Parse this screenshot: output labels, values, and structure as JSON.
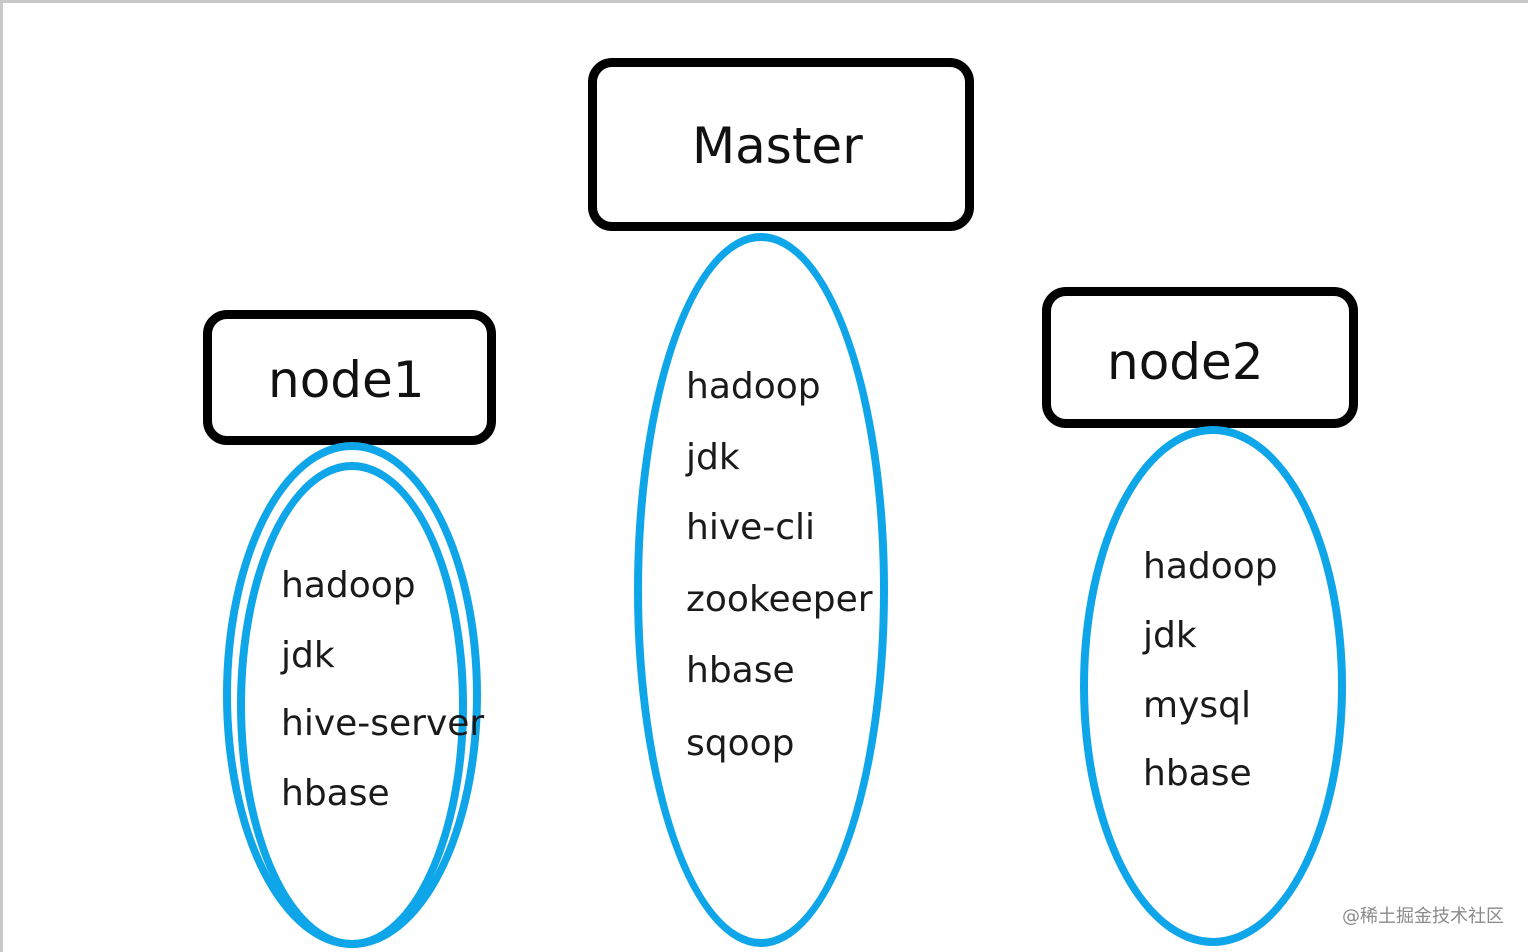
{
  "colors": {
    "box_border": "#000000",
    "capsule_border": "#0ea5e9",
    "text": "#1a1a1a",
    "watermark": "#8a8a8a"
  },
  "master": {
    "title": "Master",
    "services": [
      "hadoop",
      "jdk",
      "hive-cli",
      "zookeeper",
      "hbase",
      "sqoop"
    ]
  },
  "node1": {
    "title": "node1",
    "services": [
      "hadoop",
      "jdk",
      "hive-server",
      "hbase"
    ]
  },
  "node2": {
    "title": "node2",
    "services": [
      "hadoop",
      "jdk",
      "mysql",
      "hbase"
    ]
  },
  "watermark": {
    "text": "@稀土掘金技术社区"
  }
}
